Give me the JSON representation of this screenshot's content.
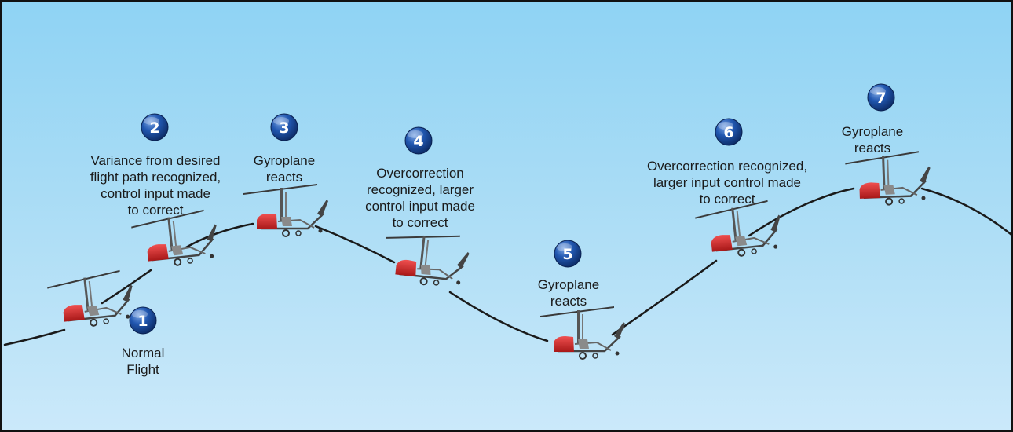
{
  "steps": [
    {
      "number": "1",
      "label": "Normal\nFlight"
    },
    {
      "number": "2",
      "label": "Variance from desired\nflight path recognized,\ncontrol input made\nto correct"
    },
    {
      "number": "3",
      "label": "Gyroplane\nreacts"
    },
    {
      "number": "4",
      "label": "Overcorrection\nrecognized, larger\ncontrol input made\nto correct"
    },
    {
      "number": "5",
      "label": "Gyroplane\nreacts"
    },
    {
      "number": "6",
      "label": "Overcorrection recognized,\nlarger input control made\nto correct"
    },
    {
      "number": "7",
      "label": "Gyroplane\nreacts"
    }
  ],
  "colors": {
    "sky_top": "#8fd3f4",
    "sky_bottom": "#cbe9fa",
    "flight_path": "#1a1a1a",
    "badge": "#1f4f9e",
    "cabin": "#d42a2a"
  },
  "icons": [
    "gyroplane-icon",
    "step-badge-icon"
  ]
}
